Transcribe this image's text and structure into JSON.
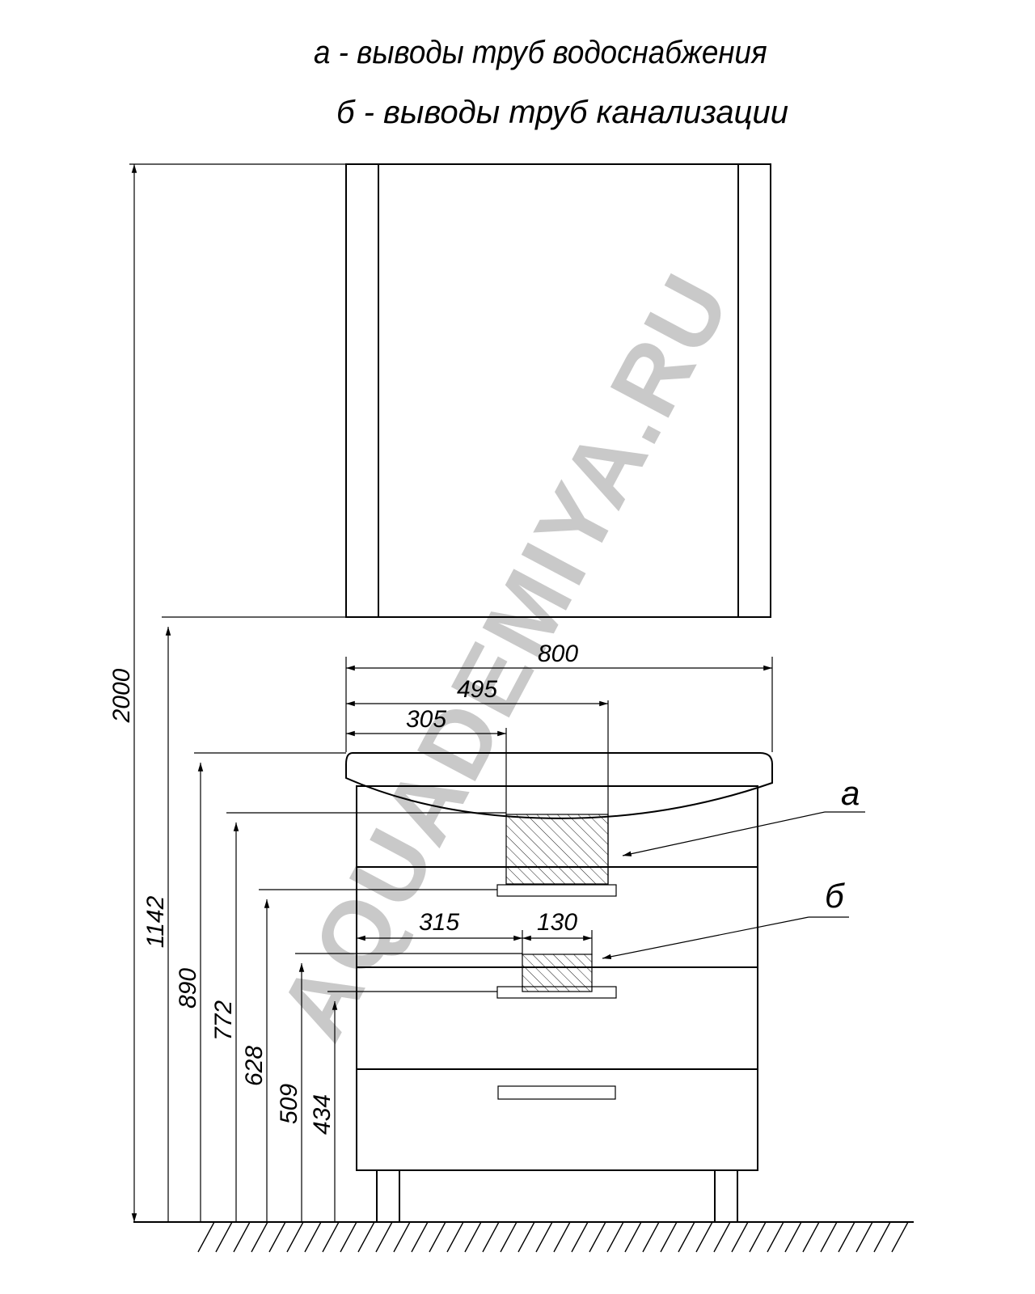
{
  "legend": {
    "line_a": "а -  выводы  труб водоснабжения",
    "line_b": "б -  выводы  труб канализации"
  },
  "callouts": {
    "a": "а",
    "b": "б"
  },
  "dimensions": {
    "width_total": "800",
    "width_495": "495",
    "width_305": "305",
    "width_315": "315",
    "width_130": "130",
    "height_2000": "2000",
    "height_1142": "1142",
    "height_890": "890",
    "height_772": "772",
    "height_628": "628",
    "height_509": "509",
    "height_434": "434"
  },
  "watermark": "AQUADEMIYA.RU"
}
